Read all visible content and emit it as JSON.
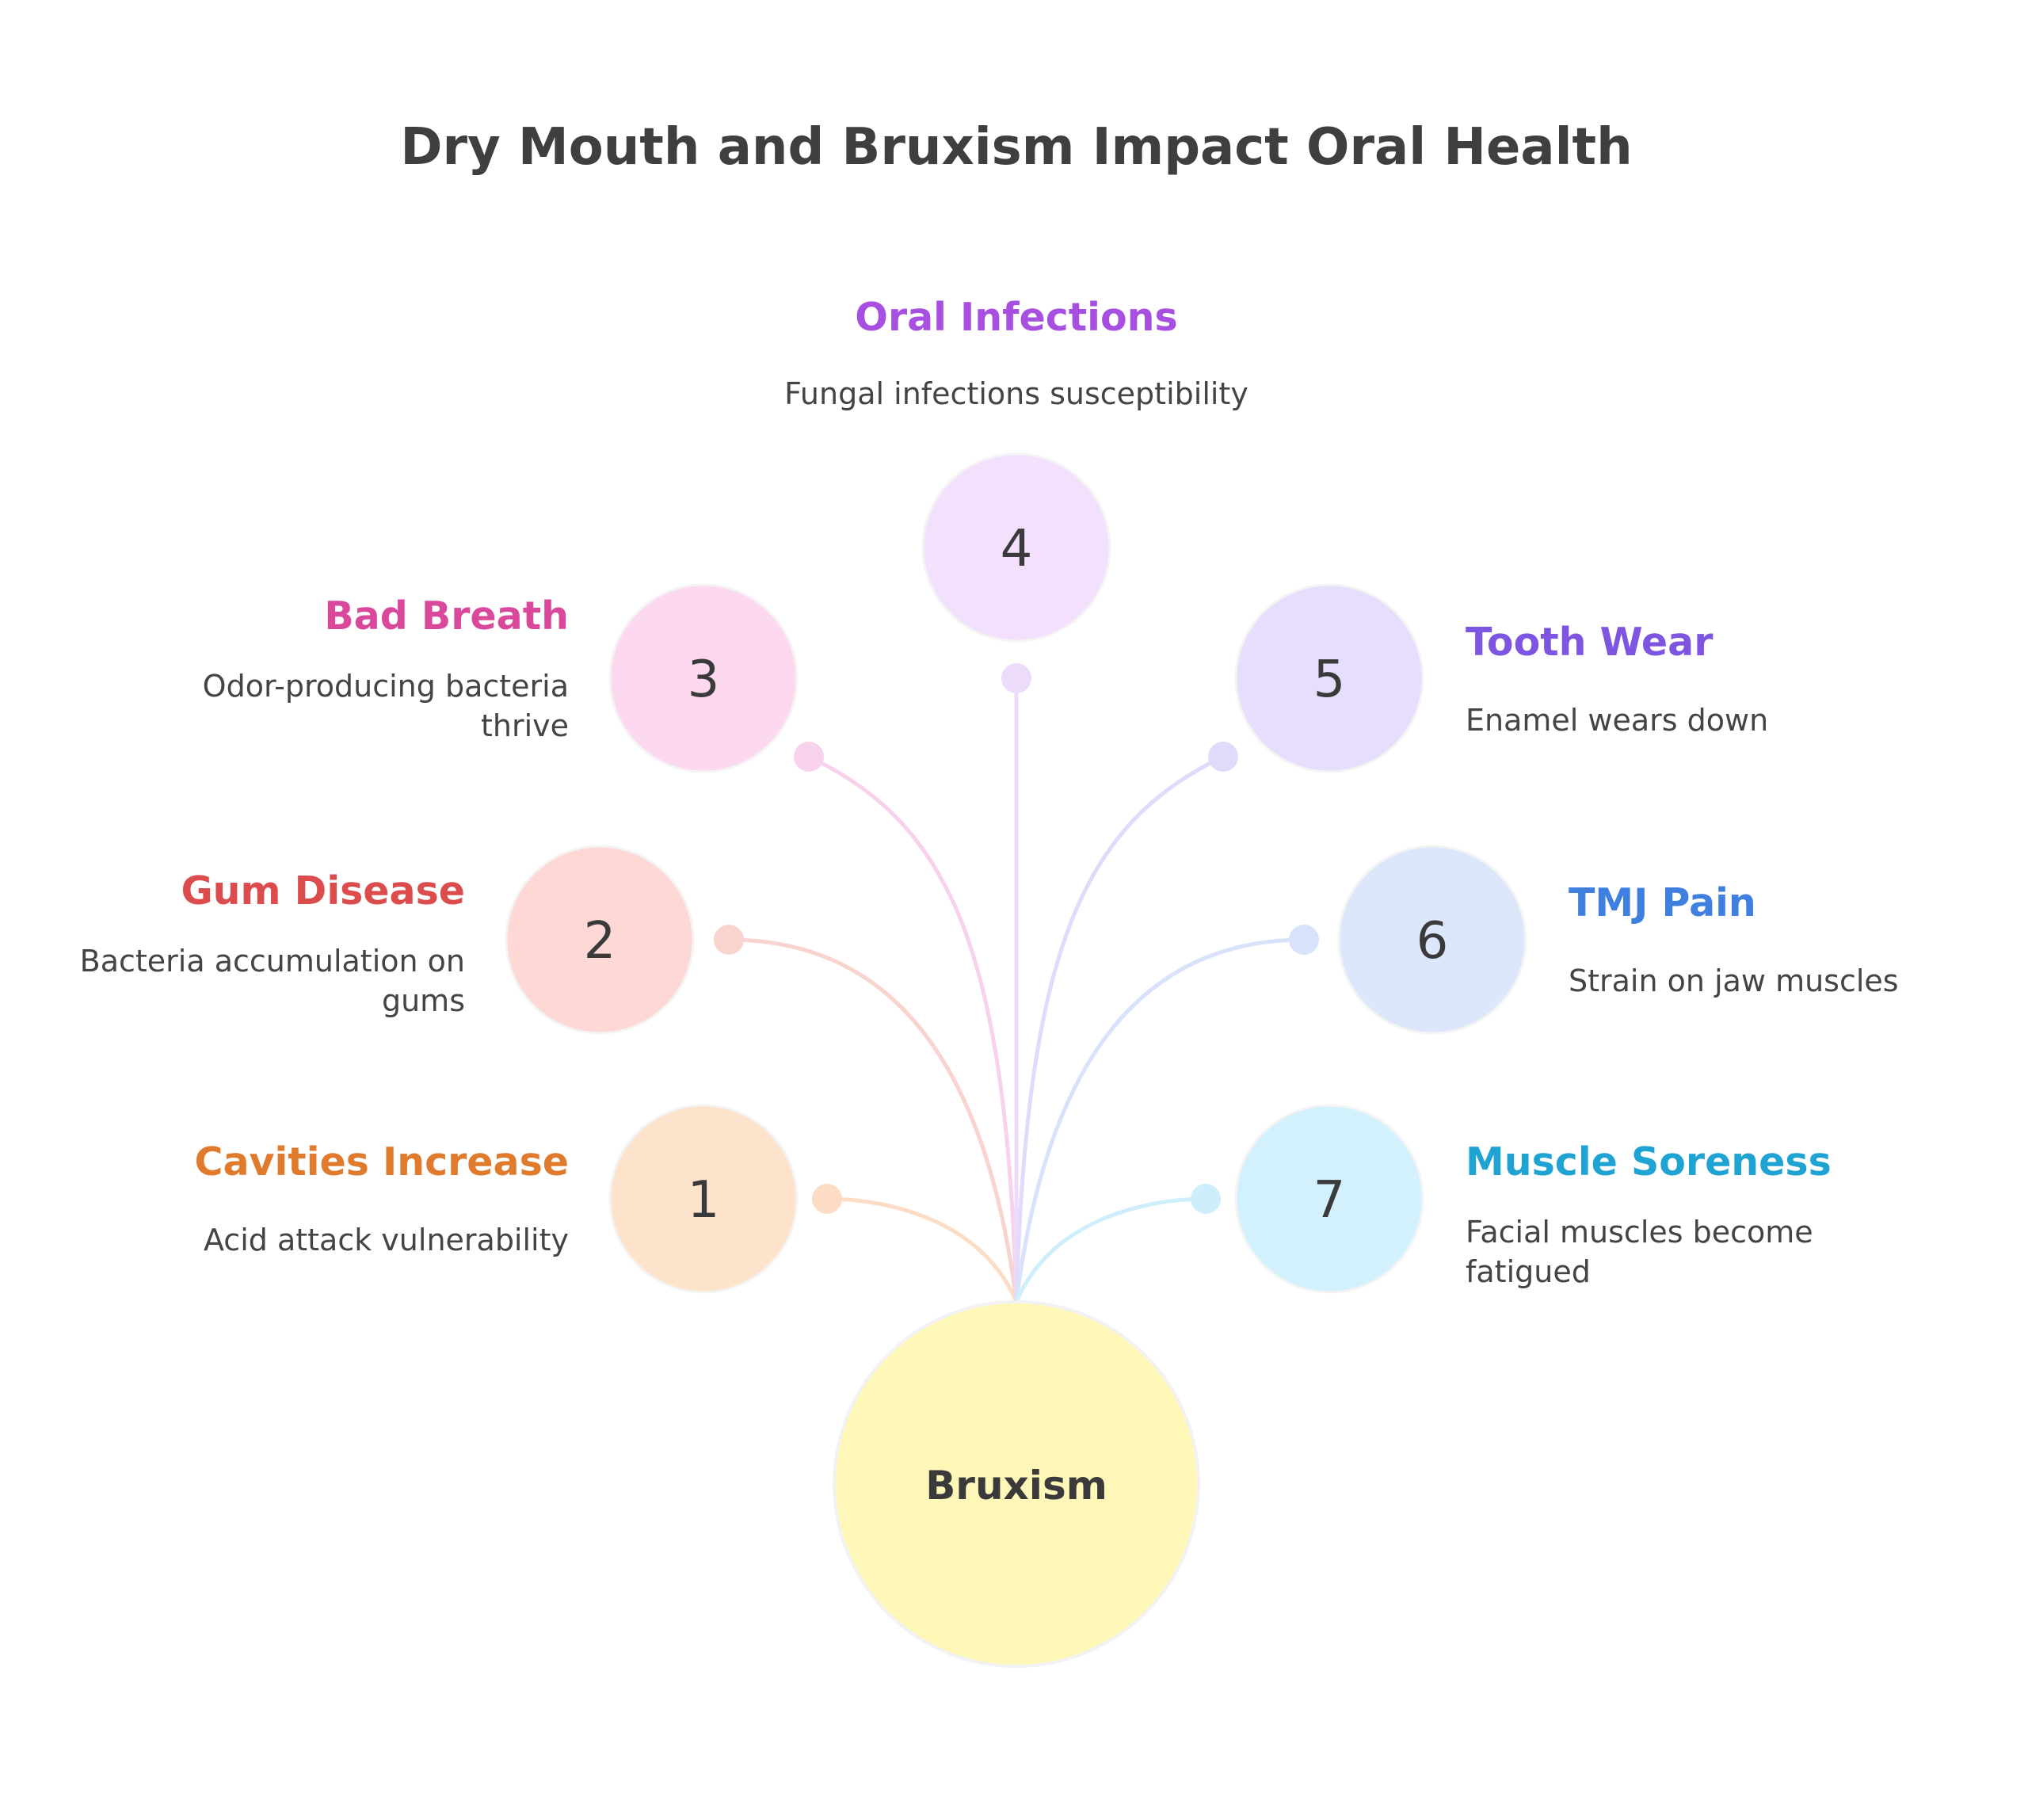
{
  "title": "Dry Mouth and Bruxism Impact Oral Health",
  "center": {
    "label": "Bruxism",
    "color": "#fff7b8"
  },
  "items": [
    {
      "number": "1",
      "title": "Cavities Increase",
      "description": [
        "Acid attack vulnerability"
      ],
      "title_color": "#e07b2e",
      "circle_color": "#fde3cc",
      "line_color": "#fcdcc4"
    },
    {
      "number": "2",
      "title": "Gum Disease",
      "description": [
        "Bacteria accumulation on",
        "gums"
      ],
      "title_color": "#dc4c4c",
      "circle_color": "#fdd8d4",
      "line_color": "#f9d4cf"
    },
    {
      "number": "3",
      "title": "Bad Breath",
      "description": [
        "Odor-producing bacteria",
        "thrive"
      ],
      "title_color": "#d9489a",
      "circle_color": "#fcd9ef",
      "line_color": "#f8d2ec"
    },
    {
      "number": "4",
      "title": "Oral Infections",
      "description": [
        "Fungal infections susceptibility"
      ],
      "title_color": "#a64fe0",
      "circle_color": "#f2e0fc",
      "line_color": "#ecdcf9"
    },
    {
      "number": "5",
      "title": "Tooth Wear",
      "description": [
        "Enamel wears down"
      ],
      "title_color": "#7d55e0",
      "circle_color": "#e6defc",
      "line_color": "#e1dafa"
    },
    {
      "number": "6",
      "title": "TMJ Pain",
      "description": [
        "Strain on jaw muscles"
      ],
      "title_color": "#3f7fe0",
      "circle_color": "#dde7fc",
      "line_color": "#d8e3fb"
    },
    {
      "number": "7",
      "title": "Muscle Soreness",
      "description": [
        "Facial muscles become",
        "fatigued"
      ],
      "title_color": "#1ea3d3",
      "circle_color": "#d3f1fc",
      "line_color": "#cdeefa"
    }
  ]
}
